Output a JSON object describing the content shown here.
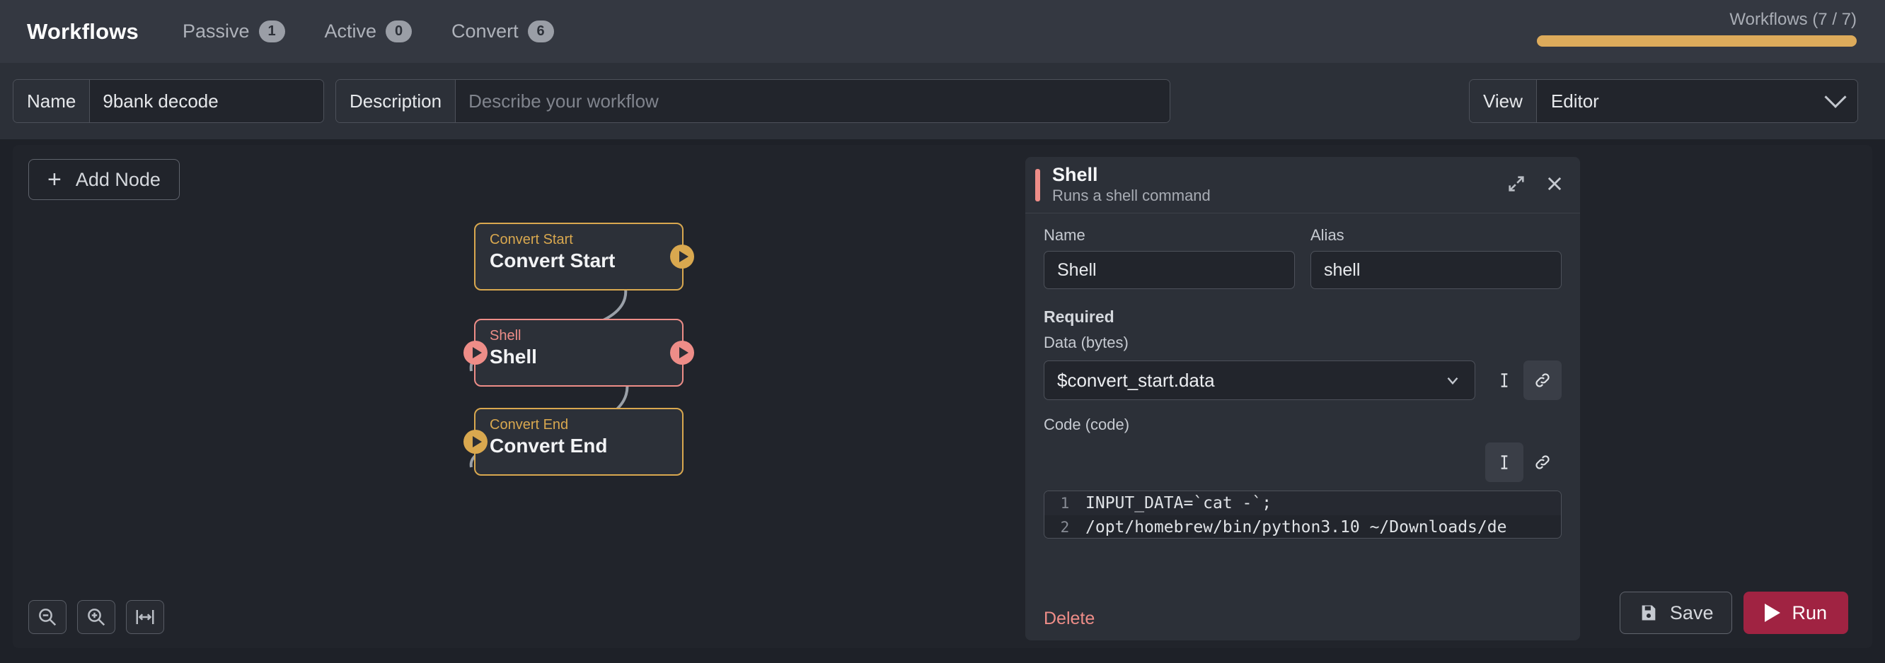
{
  "topbar": {
    "brand": "Workflows",
    "tabs": [
      {
        "label": "Passive",
        "count": "1"
      },
      {
        "label": "Active",
        "count": "0"
      },
      {
        "label": "Convert",
        "count": "6"
      }
    ],
    "counter_label": "Workflows (7 / 7)",
    "progress_percent": 100,
    "progress_color": "#ddab5b"
  },
  "metabar": {
    "name_label": "Name",
    "name_value": "9bank decode",
    "description_label": "Description",
    "description_value": "",
    "description_placeholder": "Describe your workflow",
    "view_label": "View",
    "view_value": "Editor"
  },
  "canvas": {
    "add_node_label": "Add Node",
    "plus_glyph": "+",
    "zoom_out_icon": "zoom-out-icon",
    "zoom_in_icon": "zoom-in-icon",
    "fit_icon": "fit-to-screen-icon",
    "nodes": [
      {
        "type": "Convert Start",
        "title": "Convert Start",
        "color": "#d9a84f"
      },
      {
        "type": "Shell",
        "title": "Shell",
        "color": "#ee8d88"
      },
      {
        "type": "Convert End",
        "title": "Convert End",
        "color": "#d9a84f"
      }
    ]
  },
  "panel": {
    "title": "Shell",
    "subtitle": "Runs a shell command",
    "accent_color": "#ee8d88",
    "expand_icon": "expand-icon",
    "close_icon": "close-icon",
    "name_label": "Name",
    "name_value": "Shell",
    "alias_label": "Alias",
    "alias_value": "shell",
    "required_label": "Required",
    "data_label": "Data (bytes)",
    "data_value": "$convert_start.data",
    "code_label": "Code (code)",
    "cursor_icon": "text-cursor-icon",
    "link_icon": "link-icon",
    "code_lines": [
      {
        "number": "1",
        "text": "INPUT_DATA=`cat -`;"
      },
      {
        "number": "2",
        "text": "/opt/homebrew/bin/python3.10 ~/Downloads/de"
      }
    ],
    "delete_label": "Delete"
  },
  "actions": {
    "save_label": "Save",
    "save_icon": "save-disk-icon",
    "run_label": "Run",
    "run_icon": "play-icon",
    "run_color": "#a02342"
  }
}
